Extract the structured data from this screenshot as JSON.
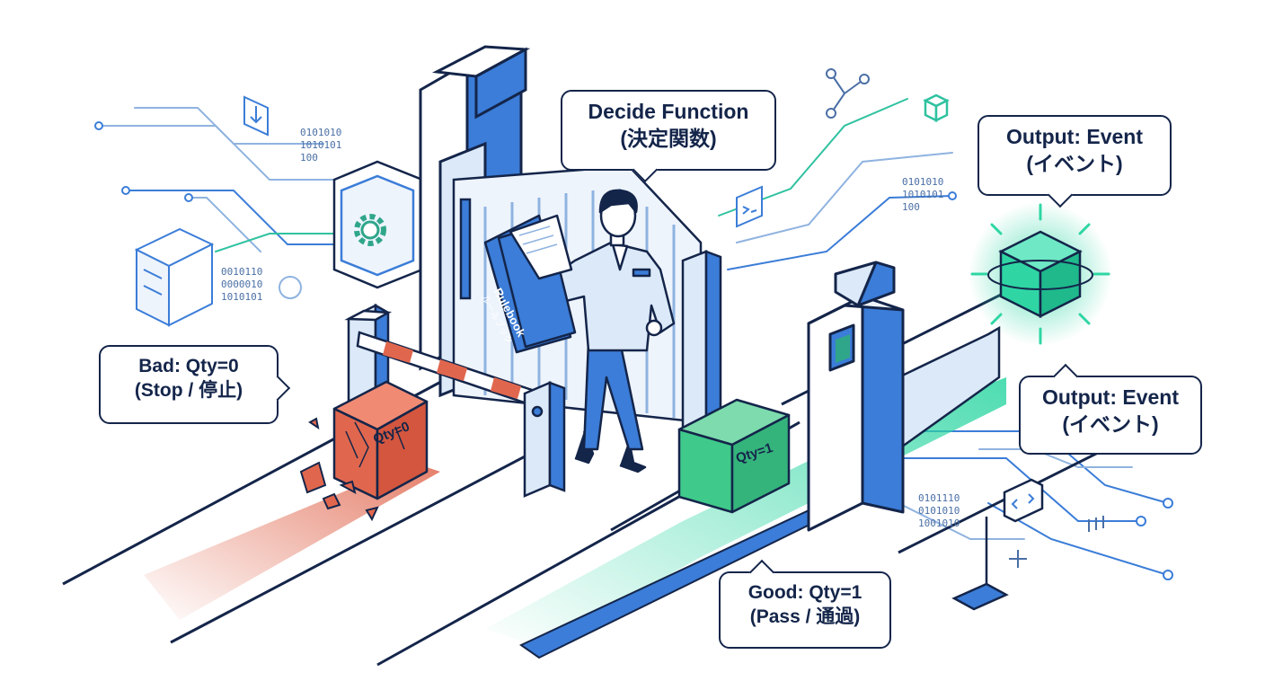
{
  "callouts": {
    "decide": {
      "line1": "Decide Function",
      "line2": "(決定関数)"
    },
    "output_top": {
      "line1": "Output: Event",
      "line2": "(イベント)"
    },
    "output_mid": {
      "line1": "Output: Event",
      "line2": "(イベント)"
    },
    "bad": {
      "line1": "Bad: Qty=0",
      "line2": "(Stop / 停止)"
    },
    "good": {
      "line1": "Good: Qty=1",
      "line2": "(Pass / 通過)"
    }
  },
  "labels": {
    "bad_box": "Qty=0",
    "good_box": "Qty=1",
    "rulebook_title": "Rulebook",
    "rulebook_subtitle": "ルールブック"
  },
  "binary": {
    "top_left": "0101010\n1010101\n100",
    "left": "0010110\n0000010\n1010101",
    "top_right": "0101010\n1010101\n100",
    "bottom_right": "0101110\n0101010\n1001010"
  },
  "icons": [
    "gear-icon",
    "download-icon",
    "terminal-icon",
    "cube-icon",
    "code-icon",
    "branch-icon",
    "plus-icon"
  ],
  "colors": {
    "outline": "#14254a",
    "blue": "#3b7dd8",
    "light_blue": "#dce9f8",
    "teal": "#2fd6a3",
    "green_box": "#3fc98a",
    "red_box": "#e0674e"
  }
}
